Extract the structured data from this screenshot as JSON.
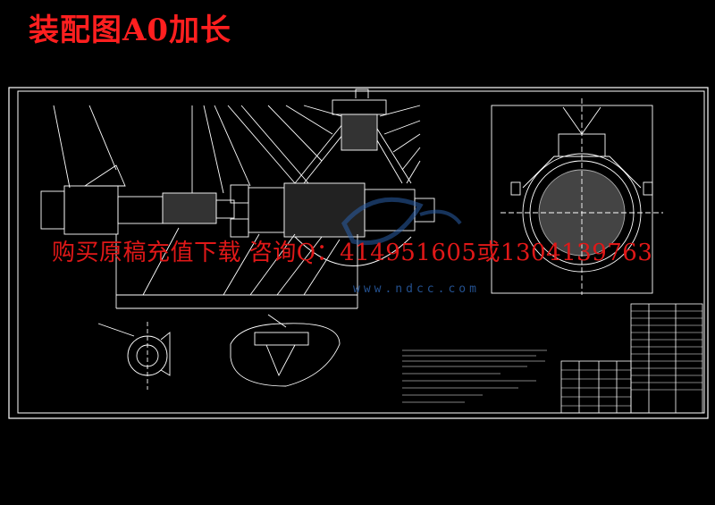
{
  "title": "装配图A0加长",
  "watermark": {
    "text": "购买原稿充值下载 咨询Q：414951605或1304139763",
    "url": "www.ndcc.com"
  },
  "colors": {
    "background": "#000000",
    "title": "#ff1f1f",
    "lines": "#ffffff",
    "watermark": "#e01818",
    "logo": "#2a5fa8"
  }
}
